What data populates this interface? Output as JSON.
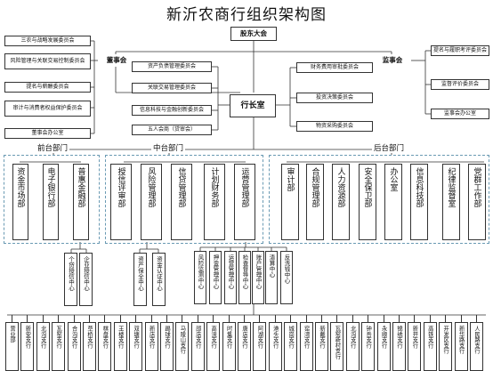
{
  "title": "新沂农商行组织架构图",
  "shareholders": "股东大会",
  "board": "董事会",
  "supervisors": "监事会",
  "president": "行长室",
  "board_committees": [
    "三农与战略发展委员会",
    "风险管理与关联交易控制委员会",
    "提名与薪酬委员会",
    "审计与消费者权益保护委员会",
    "董事会办公室"
  ],
  "supervisor_committees": [
    "提名与履职考评委员会",
    "监督评价委员会",
    "监事会办公室"
  ],
  "left_committees": [
    "资产负债管理委员会",
    "关联交易管理委员会",
    "信息科技与金融创新委员会",
    "五人会商（贷审会）"
  ],
  "right_committees": [
    "财务费用审批委员会",
    "投资决策委员会",
    "物资采购委员会"
  ],
  "sections": {
    "front": "前台部门",
    "middle": "中台部门",
    "back": "后台部门"
  },
  "front_depts": [
    "资金市场部",
    "电子银行部",
    "普惠金融部"
  ],
  "middle_depts": [
    "授信评审部",
    "风险管理部",
    "信贷管理部",
    "计划财务部",
    "运营管理部"
  ],
  "back_depts": [
    "审计部",
    "合规管理部",
    "人力资源部",
    "安全保卫部",
    "办公室",
    "信息科技部",
    "纪律监督室",
    "党群工作部"
  ],
  "front_centers": [
    "个贷授信中心",
    "企业授信中心"
  ],
  "mid_centers_1": [
    "资产保全中心",
    "资金认证中心"
  ],
  "mid_centers_2": [
    "风险监测中心",
    "押金管理中心",
    "运营管理中心",
    "检查督导中心",
    "账户管理中心",
    "清算中心",
    "反洗钱中心"
  ],
  "branches": [
    "营业部",
    "新安支行",
    "北沟支行",
    "瓦窑支行",
    "合沟支行",
    "草桥支行",
    "棋盘支行",
    "王楼支行",
    "双塘支行",
    "新店支行",
    "踢球支行",
    "马陵山支行",
    "邵店支行",
    "高流支行",
    "时集支行",
    "唐店支行",
    "阿湖支行",
    "港头支行",
    "城岗支行",
    "窑湾支行",
    "新戴支行",
    "瓦窑新村支行",
    "北沟支行",
    "钟吾支行",
    "永顺支行",
    "锦绣支行",
    "新开支行",
    "高铁支行",
    "开发区支行",
    "新华路支行",
    "人民路支行"
  ]
}
